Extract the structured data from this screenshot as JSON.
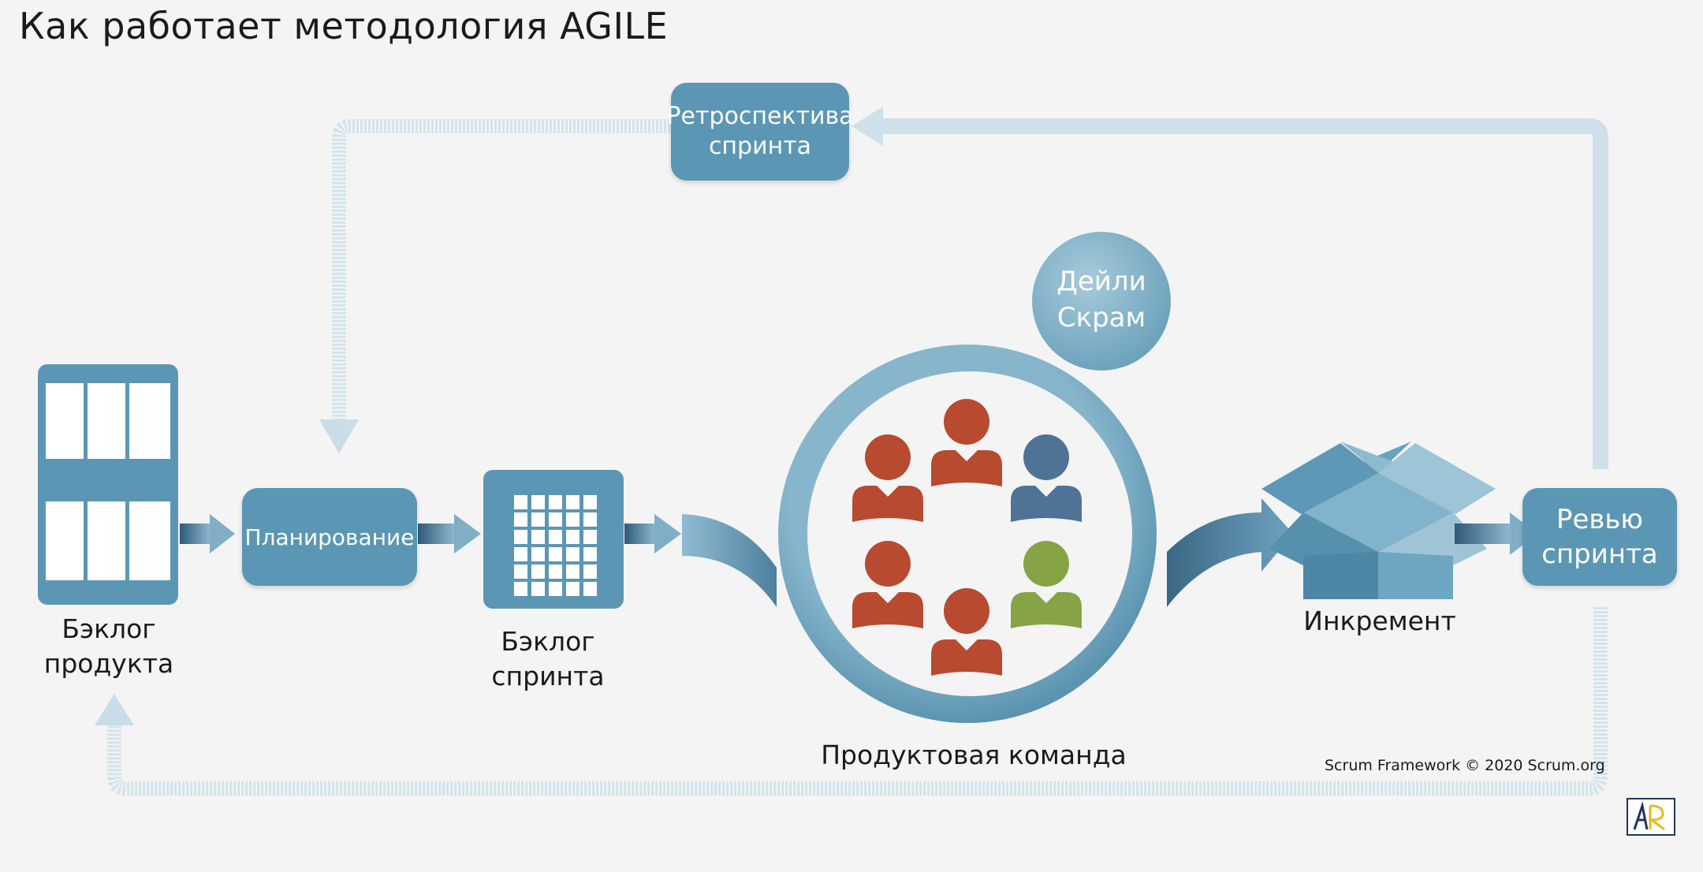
{
  "title": "Как работает методология AGILE",
  "nodes": {
    "retrospective": [
      "Ретроспектива",
      "спринта"
    ],
    "daily_scrum": [
      "Дейли",
      "Скрам"
    ],
    "planning": "Планирование",
    "sprint_review": [
      "Ревью",
      "спринта"
    ]
  },
  "labels": {
    "product_backlog": [
      "Бэклог",
      "продукта"
    ],
    "sprint_backlog": [
      "Бэклог",
      "спринта"
    ],
    "product_team": "Продуктовая команда",
    "increment": "Инкремент"
  },
  "team_members": [
    {
      "color": "#b84a30"
    },
    {
      "color": "#b84a30"
    },
    {
      "color": "#4f7396"
    },
    {
      "color": "#b84a30"
    },
    {
      "color": "#86a446"
    },
    {
      "color": "#b84a30"
    }
  ],
  "copyright": "Scrum Framework © 2020 Scrum.org",
  "colors": {
    "primary": "#5b97b4",
    "loop_arrow": "#cfe0ea",
    "person_red": "#b84a30",
    "person_blue": "#4f7396",
    "person_green": "#86a446",
    "background": "#f4f4f4"
  }
}
